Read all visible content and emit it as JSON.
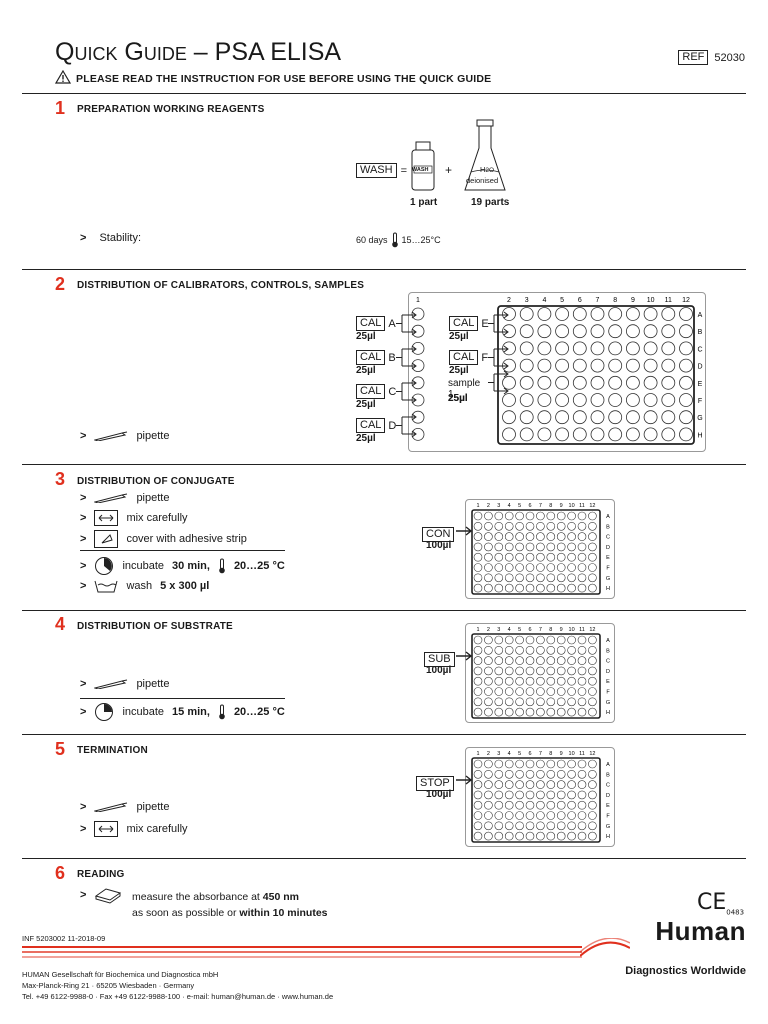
{
  "header": {
    "title": "Quick Guide – PSA ELISA",
    "warning": "PLEASE READ THE INSTRUCTION FOR USE BEFORE USING THE QUICK GUIDE",
    "ref_label": "REF",
    "ref_number": "52030"
  },
  "s1": {
    "num": "1",
    "title": "PREPARATION WORKING REAGENTS",
    "wash": "WASH",
    "eq": "=",
    "plus": "+",
    "bottle": "WASH",
    "water_sub": "H",
    "water": "2O",
    "water2": "deionised",
    "part1": "1 part",
    "part2": "19 parts",
    "stability": "Stability:",
    "stab_value": "60 days",
    "stab_temp": "15…25°C"
  },
  "s2": {
    "num": "2",
    "title": "DISTRIBUTION OF CALIBRATORS, CONTROLS, SAMPLES",
    "cal": "CAL",
    "vol": "25µl",
    "letters": [
      "A",
      "B",
      "C",
      "D",
      "E",
      "F"
    ],
    "sample": "sample 1",
    "pipette": "pipette"
  },
  "s3": {
    "num": "3",
    "title": "DISTRIBUTION OF CONJUGATE",
    "pipette": "pipette",
    "mix": "mix carefully",
    "cover": "cover with adhesive strip",
    "incubate_pre": "incubate",
    "incubate_time": "30 min,",
    "incubate_temp": "20…25 °C",
    "wash_pre": "wash",
    "wash_val": "5 x 300 µl",
    "reagent": "CON",
    "vol": "100µl"
  },
  "s4": {
    "num": "4",
    "title": "DISTRIBUTION OF SUBSTRATE",
    "pipette": "pipette",
    "incubate_pre": "incubate",
    "incubate_time": "15 min,",
    "incubate_temp": "20…25 °C",
    "reagent": "SUB",
    "vol": "100µl"
  },
  "s5": {
    "num": "5",
    "title": "TERMINATION",
    "pipette": "pipette",
    "mix": "mix carefully",
    "reagent": "STOP",
    "vol": "100µl"
  },
  "s6": {
    "num": "6",
    "title": "READING",
    "measure_pre": "measure the absorbance at",
    "wavelength": "450 nm",
    "asap_pre": "as soon as possible or",
    "asap_bold": "within 10 minutes"
  },
  "plate": {
    "cols": [
      "1",
      "2",
      "3",
      "4",
      "5",
      "6",
      "7",
      "8",
      "9",
      "10",
      "11",
      "12"
    ],
    "rows": [
      "A",
      "B",
      "C",
      "D",
      "E",
      "F",
      "G",
      "H"
    ]
  },
  "footer": {
    "inf": "INF 5203002  11-2018-09",
    "line1": "HUMAN Gesellschaft für Biochemica und Diagnostica mbH",
    "line2": "Max-Planck-Ring 21 · 65205 Wiesbaden · Germany",
    "line3": "Tel. +49 6122-9988-0 · Fax +49 6122-9988-100 · e-mail: human@human.de · www.human.de",
    "ce": "CE",
    "ce_num": "0483",
    "logo": "Human",
    "tagline": "Diagnostics Worldwide"
  },
  "colors": {
    "accent": "#e0301e",
    "line": "#222222"
  }
}
